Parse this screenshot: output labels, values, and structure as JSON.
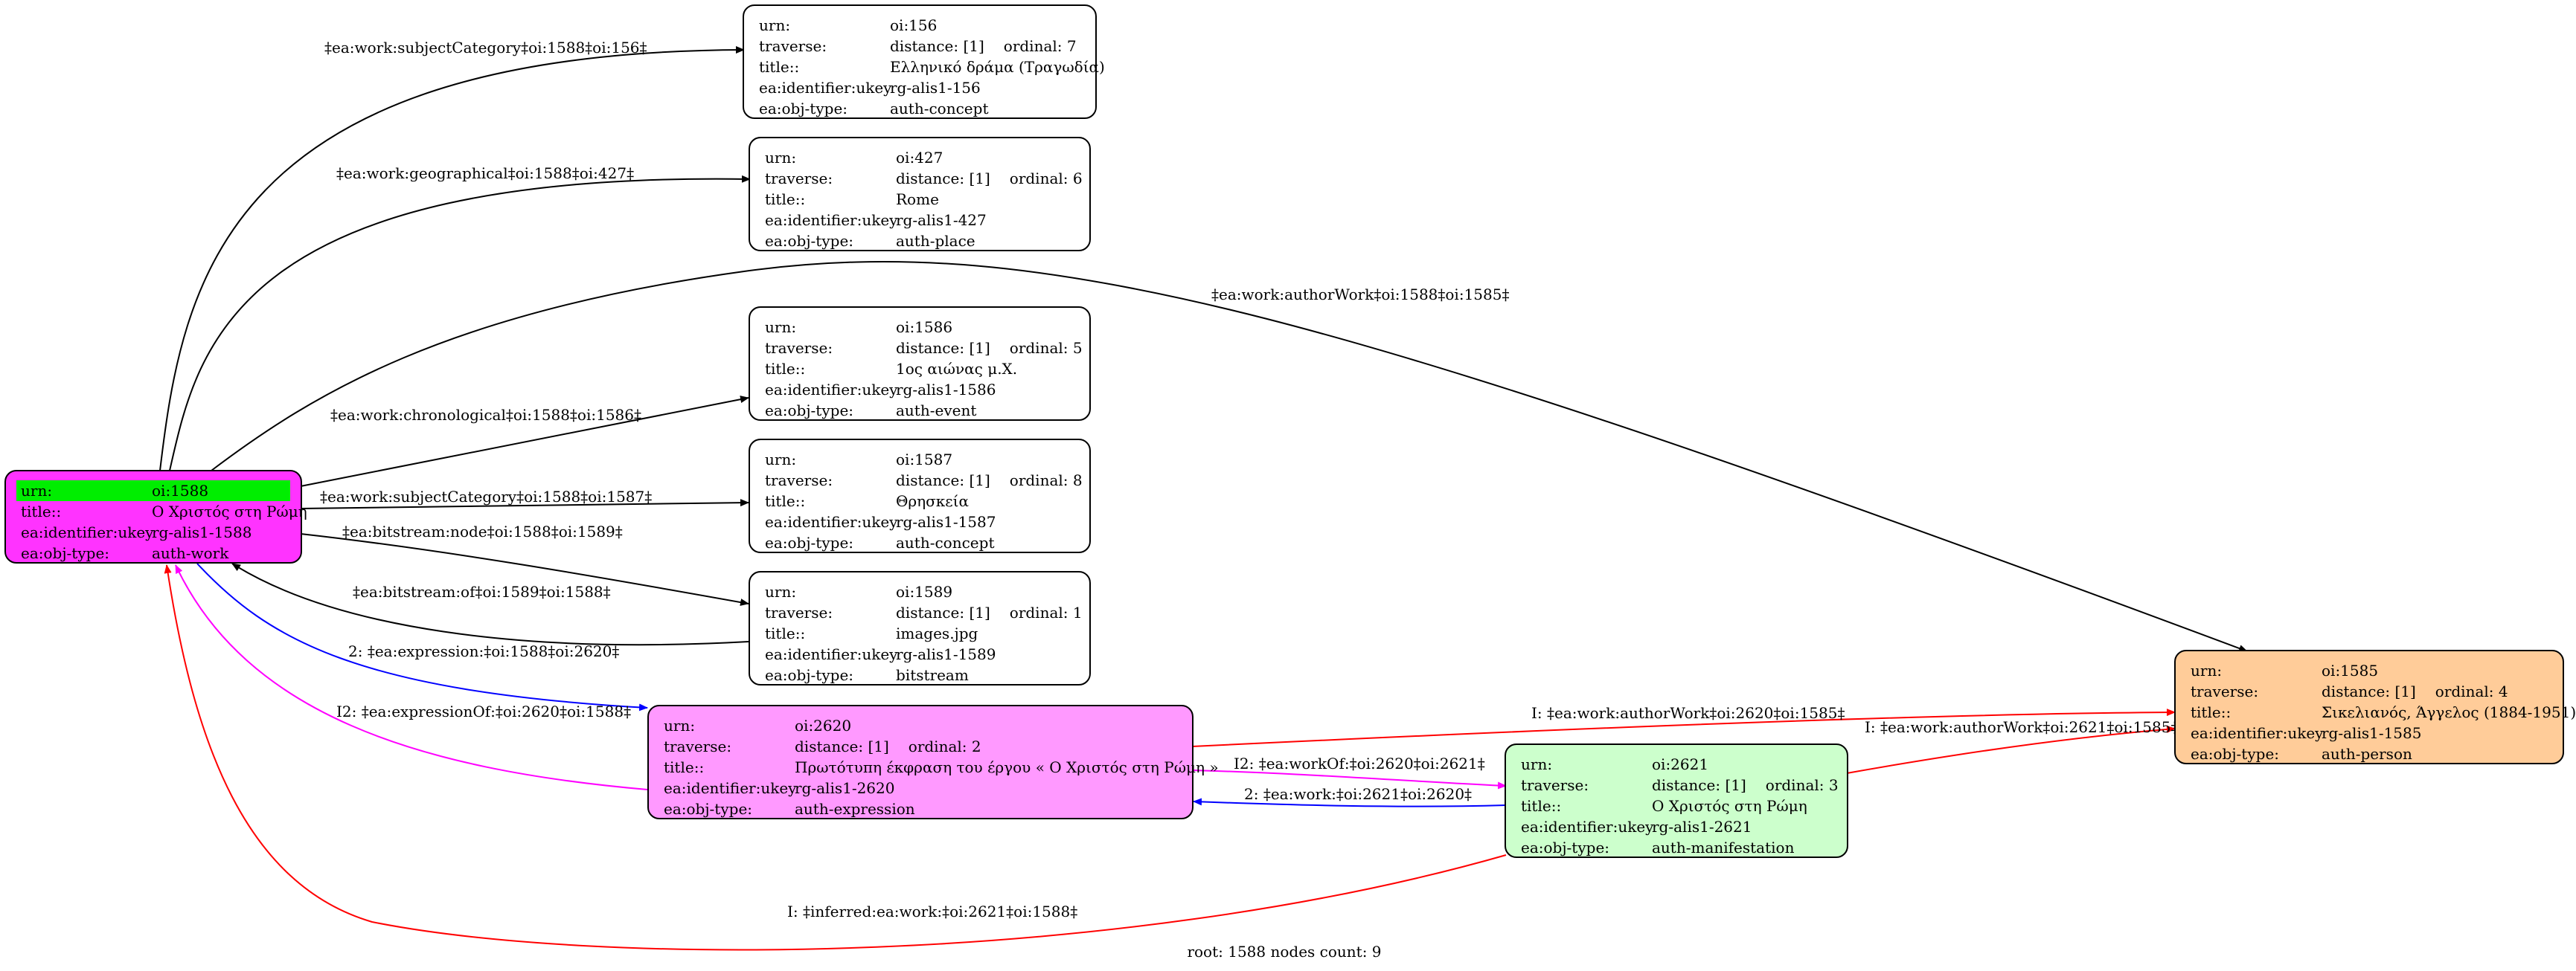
{
  "nodes": {
    "n156": {
      "urn_key": "urn:",
      "urn": "oi:156",
      "traverse_key": "traverse:",
      "distance": "distance: [1]",
      "ordinal": "ordinal: 7",
      "title_key": "title::",
      "title": "Ελληνικό δράμα (Τραγωδία)",
      "ukey_key": "ea:identifier:ukey",
      "ukey": "rg-alis1-156",
      "type_key": "ea:obj-type:",
      "type": "auth-concept"
    },
    "n427": {
      "urn_key": "urn:",
      "urn": "oi:427",
      "traverse_key": "traverse:",
      "distance": "distance: [1]",
      "ordinal": "ordinal: 6",
      "title_key": "title::",
      "title": "Rome",
      "ukey_key": "ea:identifier:ukey",
      "ukey": "rg-alis1-427",
      "type_key": "ea:obj-type:",
      "type": "auth-place"
    },
    "n1586": {
      "urn_key": "urn:",
      "urn": "oi:1586",
      "traverse_key": "traverse:",
      "distance": "distance: [1]",
      "ordinal": "ordinal: 5",
      "title_key": "title::",
      "title": "1ος αιώνας μ.Χ.",
      "ukey_key": "ea:identifier:ukey",
      "ukey": "rg-alis1-1586",
      "type_key": "ea:obj-type:",
      "type": "auth-event"
    },
    "n1587": {
      "urn_key": "urn:",
      "urn": "oi:1587",
      "traverse_key": "traverse:",
      "distance": "distance: [1]",
      "ordinal": "ordinal: 8",
      "title_key": "title::",
      "title": "Θρησκεία",
      "ukey_key": "ea:identifier:ukey",
      "ukey": "rg-alis1-1587",
      "type_key": "ea:obj-type:",
      "type": "auth-concept"
    },
    "n1589": {
      "urn_key": "urn:",
      "urn": "oi:1589",
      "traverse_key": "traverse:",
      "distance": "distance: [1]",
      "ordinal": "ordinal: 1",
      "title_key": "title::",
      "title": "images.jpg",
      "ukey_key": "ea:identifier:ukey",
      "ukey": "rg-alis1-1589",
      "type_key": "ea:obj-type:",
      "type": "bitstream"
    },
    "n1588": {
      "urn_key": "urn:",
      "urn": "oi:1588",
      "title_key": "title::",
      "title": "Ο Χριστός στη Ρώμη",
      "ukey_key": "ea:identifier:ukey",
      "ukey": "rg-alis1-1588",
      "type_key": "ea:obj-type:",
      "type": "auth-work"
    },
    "n2620": {
      "urn_key": "urn:",
      "urn": "oi:2620",
      "traverse_key": "traverse:",
      "distance": "distance: [1]",
      "ordinal": "ordinal: 2",
      "title_key": "title::",
      "title": "Πρωτότυπη έκφραση του έργου « Ο Χριστός στη Ρώμη »",
      "ukey_key": "ea:identifier:ukey",
      "ukey": "rg-alis1-2620",
      "type_key": "ea:obj-type:",
      "type": "auth-expression"
    },
    "n2621": {
      "urn_key": "urn:",
      "urn": "oi:2621",
      "traverse_key": "traverse:",
      "distance": "distance: [1]",
      "ordinal": "ordinal: 3",
      "title_key": "title::",
      "title": "Ο Χριστός στη Ρώμη",
      "ukey_key": "ea:identifier:ukey",
      "ukey": "rg-alis1-2621",
      "type_key": "ea:obj-type:",
      "type": "auth-manifestation"
    },
    "n1585": {
      "urn_key": "urn:",
      "urn": "oi:1585",
      "traverse_key": "traverse:",
      "distance": "distance: [1]",
      "ordinal": "ordinal: 4",
      "title_key": "title::",
      "title": "Σικελιανός, Άγγελος (1884-1951)",
      "ukey_key": "ea:identifier:ukey",
      "ukey": "rg-alis1-1585",
      "type_key": "ea:obj-type:",
      "type": "auth-person"
    }
  },
  "edges": [
    {
      "id": "e156",
      "label": "‡ea:work:subjectCategory‡oi:1588‡oi:156‡",
      "color": "#000000"
    },
    {
      "id": "e427",
      "label": "‡ea:work:geographical‡oi:1588‡oi:427‡",
      "color": "#000000"
    },
    {
      "id": "e1585",
      "label": "‡ea:work:authorWork‡oi:1588‡oi:1585‡",
      "color": "#000000"
    },
    {
      "id": "e1586",
      "label": "‡ea:work:chronological‡oi:1588‡oi:1586‡",
      "color": "#000000"
    },
    {
      "id": "e1587",
      "label": "‡ea:work:subjectCategory‡oi:1588‡oi:1587‡",
      "color": "#000000"
    },
    {
      "id": "e1589",
      "label": "‡ea:bitstream:node‡oi:1588‡oi:1589‡",
      "color": "#000000"
    },
    {
      "id": "e1589b",
      "label": "‡ea:bitstream:of‡oi:1589‡oi:1588‡",
      "color": "#000000"
    },
    {
      "id": "e2620",
      "label": "2: ‡ea:expression:‡oi:1588‡oi:2620‡",
      "color": "#0000ff"
    },
    {
      "id": "e2620b",
      "label": "I2: ‡ea:expressionOf:‡oi:2620‡oi:1588‡",
      "color": "#ff00ff"
    },
    {
      "id": "e2620p",
      "label": "I: ‡ea:work:authorWork‡oi:2620‡oi:1585‡",
      "color": "#ff0000"
    },
    {
      "id": "e2621a",
      "label": "I2: ‡ea:workOf:‡oi:2620‡oi:2621‡",
      "color": "#ff00ff"
    },
    {
      "id": "e2621b",
      "label": "2: ‡ea:work:‡oi:2621‡oi:2620‡",
      "color": "#0000ff"
    },
    {
      "id": "e2621p",
      "label": "I: ‡ea:work:authorWork‡oi:2621‡oi:1585‡",
      "color": "#ff0000"
    },
    {
      "id": "e2621w",
      "label": "I: ‡inferred:ea:work:‡oi:2621‡oi:1588‡",
      "color": "#ff0000"
    }
  ],
  "colors": {
    "root": "#ff33ff",
    "highlight": "#00ee00",
    "expression": "#ff99ff",
    "manifestation": "#ccffcc",
    "person": "#ffcc99"
  },
  "footer": "root: 1588 nodes count: 9"
}
